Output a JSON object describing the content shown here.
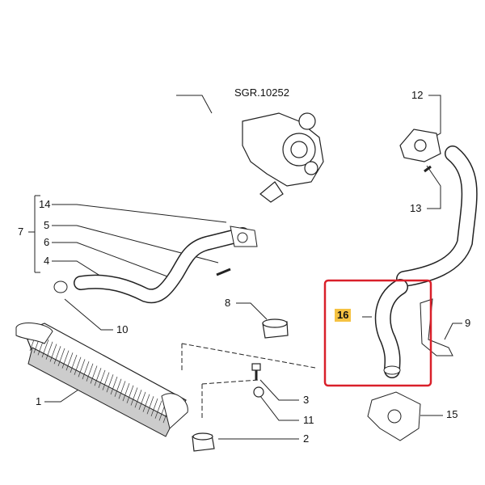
{
  "diagram": {
    "reference": "SGR.10252",
    "callouts": {
      "c1": "1",
      "c2": "2",
      "c3": "3",
      "c4": "4",
      "c5": "5",
      "c6": "6",
      "c7": "7",
      "c8": "8",
      "c9": "9",
      "c10": "10",
      "c11": "11",
      "c12": "12",
      "c13": "13",
      "c14": "14",
      "c15": "15",
      "c16": "16"
    },
    "highlighted_part": "16",
    "highlight_color": "#d9202a",
    "label_highlight_color": "#f5c242"
  }
}
